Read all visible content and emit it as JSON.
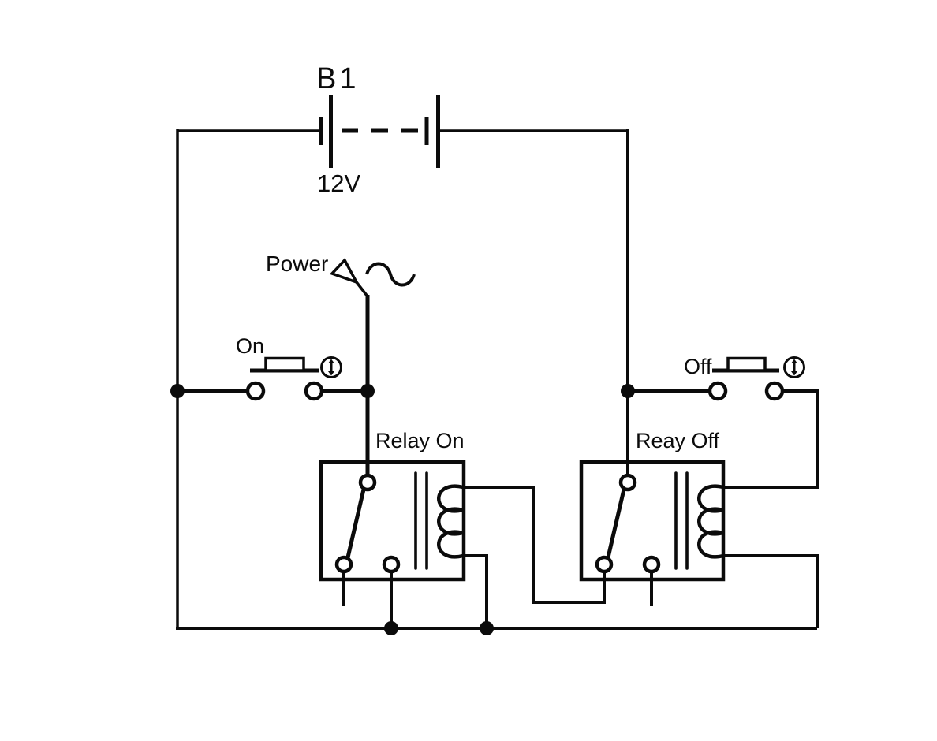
{
  "colors": {
    "background": "#ffffff",
    "line": "#0b0b0b"
  },
  "battery": {
    "designator": "B1",
    "voltage": "12V"
  },
  "power_indicator": {
    "label": "Power"
  },
  "buttons": {
    "on": {
      "label": "On"
    },
    "off": {
      "label": "Off"
    }
  },
  "relays": {
    "on": {
      "label": "Relay On"
    },
    "off": {
      "label": "Reay Off"
    }
  },
  "icons": [
    {
      "name": "updown-arrow-icon",
      "glyph": "↕"
    },
    {
      "name": "power-probe-icon",
      "glyph": "△∼"
    }
  ]
}
